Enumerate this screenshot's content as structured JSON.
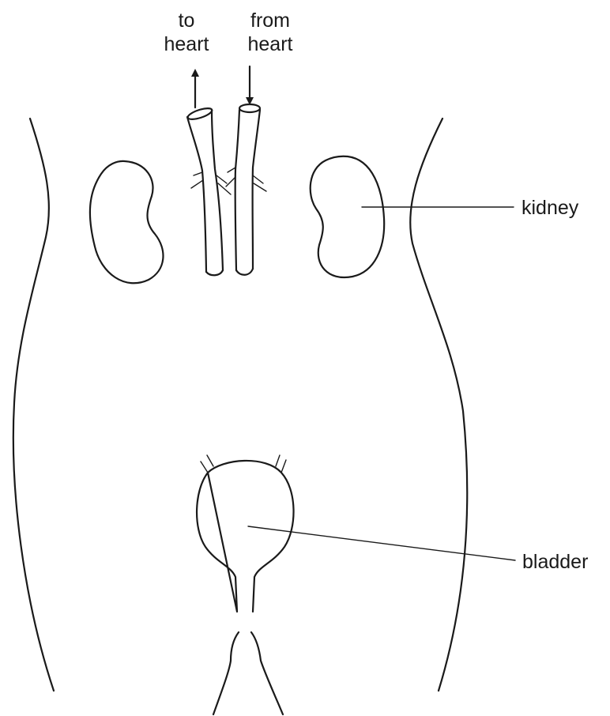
{
  "labels": {
    "to_heart_line1": "to",
    "to_heart_line2": "heart",
    "from_heart_line1": "from",
    "from_heart_line2": "heart",
    "kidney": "kidney",
    "bladder": "bladder"
  },
  "colors": {
    "ink": "#1a1a1a",
    "background": "#ffffff"
  }
}
